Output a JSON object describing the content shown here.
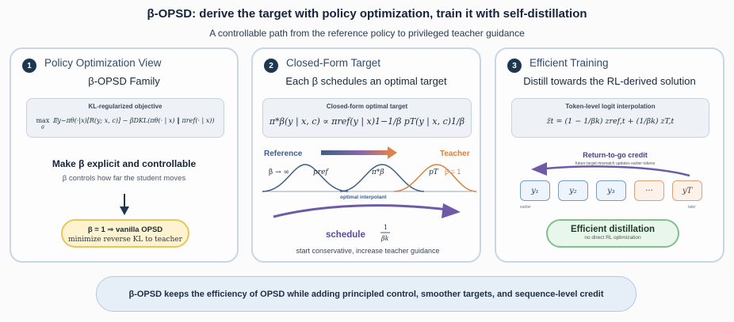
{
  "title": "β-OPSD: derive the target with policy optimization, train it with self-distillation",
  "subtitle": "A controllable path from the reference policy to privileged teacher guidance",
  "colors": {
    "navy": "#1f3650",
    "blue_curve": "#3f5f86",
    "orange_curve": "#d9803f",
    "purple": "#6f5aa8",
    "yellow_fill": "#fdf3cf",
    "green_fill": "#e9f6ec"
  },
  "panel1": {
    "number": "1",
    "title": "Policy Optimization View",
    "subtitle": "β-OPSD Family",
    "eq_header": "KL-regularized objective",
    "eq_max": "max",
    "eq_theta": "θ",
    "eq_body": "𝔼y∼πθ(·|x)[R(y; x, c)] − βDKL(πθ(· | x) ‖ πref(· | x))",
    "heading": "Make β explicit and controllable",
    "note": "β controls how far the student moves",
    "callout_title": "β = 1 ⇒ vanilla OPSD",
    "callout_sub": "minimize reverse KL to teacher"
  },
  "panel2": {
    "number": "2",
    "title": "Closed-Form Target",
    "subtitle": "Each β schedules an optimal target",
    "eq_header": "Closed-form optimal target",
    "eq_body": "π*β(y | x, c) ∝ πref(y | x)1−1/β pT(y | x, c)1/β",
    "label_reference": "Reference",
    "label_teacher": "Teacher",
    "beta_inf": "β → ∞",
    "p_ref": "pref",
    "pi_star": "π*β",
    "p_T": "pT",
    "beta_one": "β = 1",
    "interp_label": "optimal interpolant",
    "schedule_label": "schedule",
    "schedule_num": "1",
    "schedule_den": "βk",
    "note": "start conservative, increase teacher guidance"
  },
  "panel3": {
    "number": "3",
    "title": "Efficient Training",
    "subtitle": "Distill towards the RL-derived solution",
    "eq_header": "Token-level logit interpolation",
    "eq_body": "z̃t = (1 − 1/βk) zref,t + (1/βk) zT,t",
    "credit_title": "Return-to-go credit",
    "credit_sub": "future target mismatch updates earlier tokens",
    "tokens": [
      "y₁",
      "y₂",
      "y₃",
      "···",
      "yT"
    ],
    "earlier": "earlier",
    "later": "later",
    "callout_title": "Efficient distillation",
    "callout_sub": "no direct RL optimization"
  },
  "footer": "β-OPSD keeps the efficiency of OPSD while adding principled control, smoother targets, and sequence-level credit"
}
